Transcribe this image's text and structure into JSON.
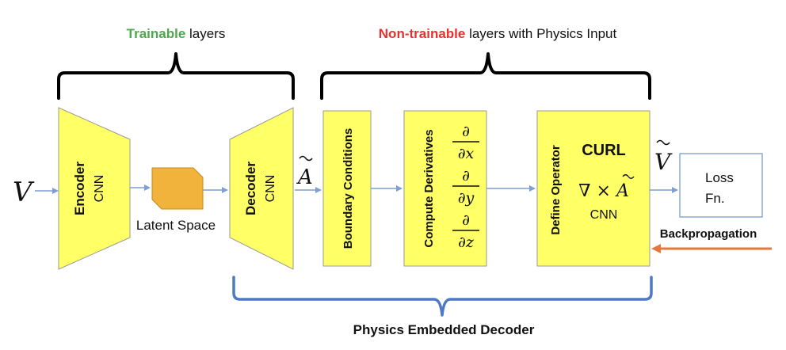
{
  "header": {
    "trainable_highlight": "Trainable",
    "trainable_rest": " layers",
    "nontrainable_highlight": "Non-trainable",
    "nontrainable_rest": " layers with Physics Input"
  },
  "input_symbol": "V",
  "encoder": {
    "title": "Encoder",
    "sub": "CNN"
  },
  "latent": {
    "label": "Latent Space"
  },
  "decoder": {
    "title": "Decoder",
    "sub": "CNN"
  },
  "a_tilde": "A",
  "boundary": {
    "label": "Boundary Conditions"
  },
  "derivatives": {
    "label": "Compute  Derivatives",
    "partial": "∂",
    "dx": "∂x",
    "dy": "∂y",
    "dz": "∂z"
  },
  "operator": {
    "label": "Define Operator",
    "curl": "CURL",
    "expr_prefix": "∇ × ",
    "expr_var": "A",
    "sub": "CNN"
  },
  "v_tilde": "V",
  "loss": {
    "line1": "Loss",
    "line2": "Fn."
  },
  "backprop": "Backpropagation",
  "footer": "Physics Embedded Decoder",
  "colors": {
    "green": "#4ea84e",
    "red": "#e8312f",
    "yellow": "#ffff66",
    "latent": "#f2b33d",
    "blue_arrow": "#7f9ed4",
    "blue_brace": "#4f79c4",
    "orange": "#e37a3c",
    "loss_border": "#8aa8d6"
  }
}
